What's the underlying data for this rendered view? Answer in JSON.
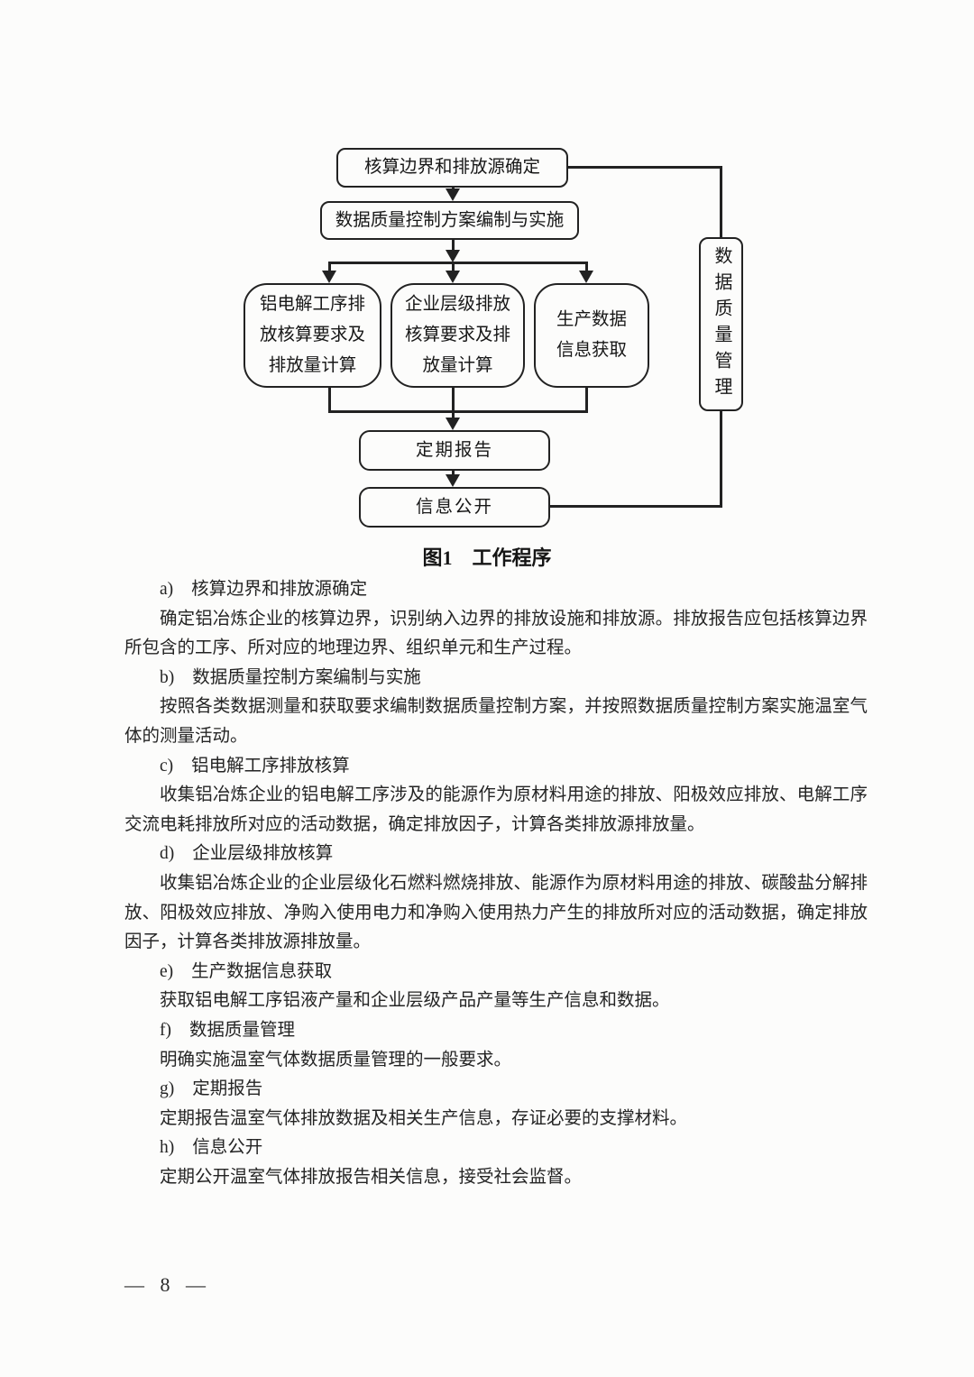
{
  "figure": {
    "caption_label": "图1",
    "caption_title": "工作程序",
    "nodes": {
      "boundary": "核算边界和排放源确定",
      "quality_plan": "数据质量控制方案编制与实施",
      "electrolysis": "铝电解工序排\n放核算要求及\n排放量计算",
      "enterprise": "企业层级排放\n核算要求及排\n放量计算",
      "production": "生产数据\n信息获取",
      "periodic_report": "定期报告",
      "disclosure": "信息公开",
      "quality_mgmt": "数据质量管理"
    }
  },
  "sections": [
    {
      "label": "a)",
      "title": "核算边界和排放源确定",
      "body": "确定铝冶炼企业的核算边界，识别纳入边界的排放设施和排放源。排放报告应包括核算边界所包含的工序、所对应的地理边界、组织单元和生产过程。"
    },
    {
      "label": "b)",
      "title": "数据质量控制方案编制与实施",
      "body": "按照各类数据测量和获取要求编制数据质量控制方案，并按照数据质量控制方案实施温室气体的测量活动。"
    },
    {
      "label": "c)",
      "title": "铝电解工序排放核算",
      "body": "收集铝冶炼企业的铝电解工序涉及的能源作为原材料用途的排放、阳极效应排放、电解工序交流电耗排放所对应的活动数据，确定排放因子，计算各类排放源排放量。"
    },
    {
      "label": "d)",
      "title": "企业层级排放核算",
      "body": "收集铝冶炼企业的企业层级化石燃料燃烧排放、能源作为原材料用途的排放、碳酸盐分解排放、阳极效应排放、净购入使用电力和净购入使用热力产生的排放所对应的活动数据，确定排放因子，计算各类排放源排放量。"
    },
    {
      "label": "e)",
      "title": "生产数据信息获取",
      "body": "获取铝电解工序铝液产量和企业层级产品产量等生产信息和数据。"
    },
    {
      "label": "f)",
      "title": "数据质量管理",
      "body": "明确实施温室气体数据质量管理的一般要求。"
    },
    {
      "label": "g)",
      "title": "定期报告",
      "body": "定期报告温室气体排放数据及相关生产信息，存证必要的支撑材料。"
    },
    {
      "label": "h)",
      "title": "信息公开",
      "body": "定期公开温室气体排放报告相关信息，接受社会监督。"
    }
  ],
  "footer": {
    "text": "— 8 —",
    "page_number": "8"
  }
}
